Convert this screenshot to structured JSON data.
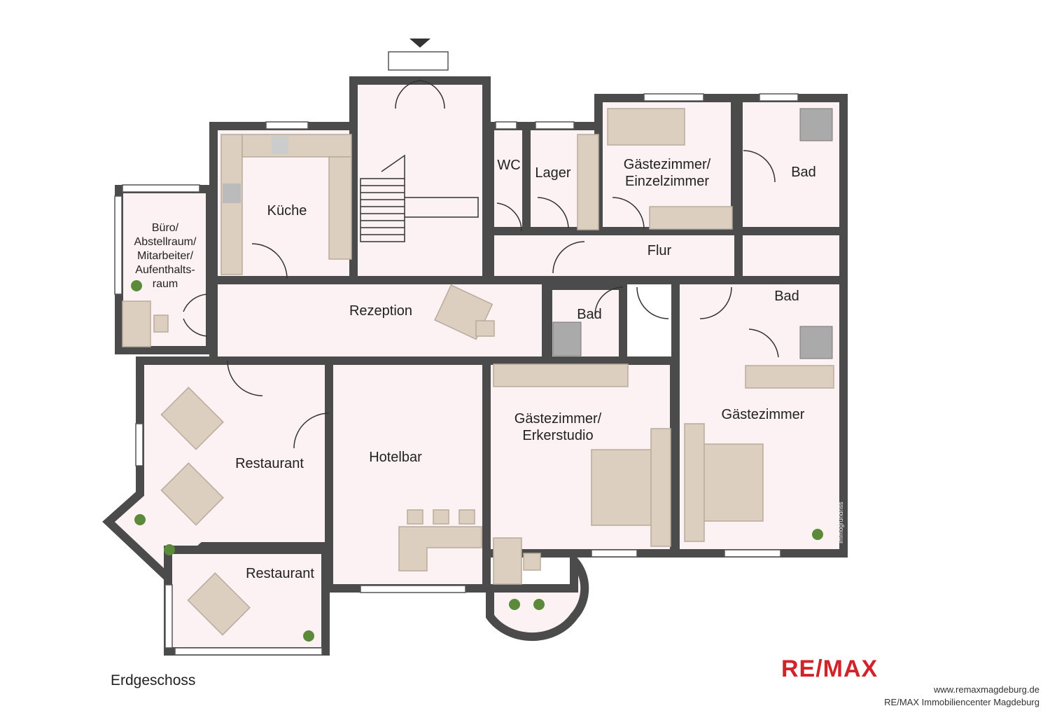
{
  "plan": {
    "floor_name": "Erdgeschoss",
    "rooms": {
      "buero": [
        "Büro/",
        "Abstellraum/",
        "Mitarbeiter/",
        "Aufenthalts-",
        "raum"
      ],
      "kueche": "Küche",
      "wc": "WC",
      "lager": "Lager",
      "einzelzimmer": [
        "Gästezimmer/",
        "Einzelzimmer"
      ],
      "bad_top": "Bad",
      "flur": "Flur",
      "bad_small": "Bad",
      "bad_right": "Bad",
      "rezeption": "Rezeption",
      "restaurant": "Restaurant",
      "hotelbar": "Hotelbar",
      "erkerstudio": [
        "Gästezimmer/",
        "Erkerstudio"
      ],
      "gaestezimmer": "Gästezimmer",
      "restaurant_small": "Restaurant"
    },
    "watermark": "Immogrundriss"
  },
  "branding": {
    "logo": "RE/MAX",
    "website": "www.remaxmagdeburg.de",
    "company": "RE/MAX Immobiliencenter Magdeburg",
    "colors": {
      "red": "#d2232a",
      "blue": "#1f4fa0",
      "wall": "#4b4b4b",
      "floor": "#fdf2f3",
      "furniture": "#dccfc0"
    }
  }
}
